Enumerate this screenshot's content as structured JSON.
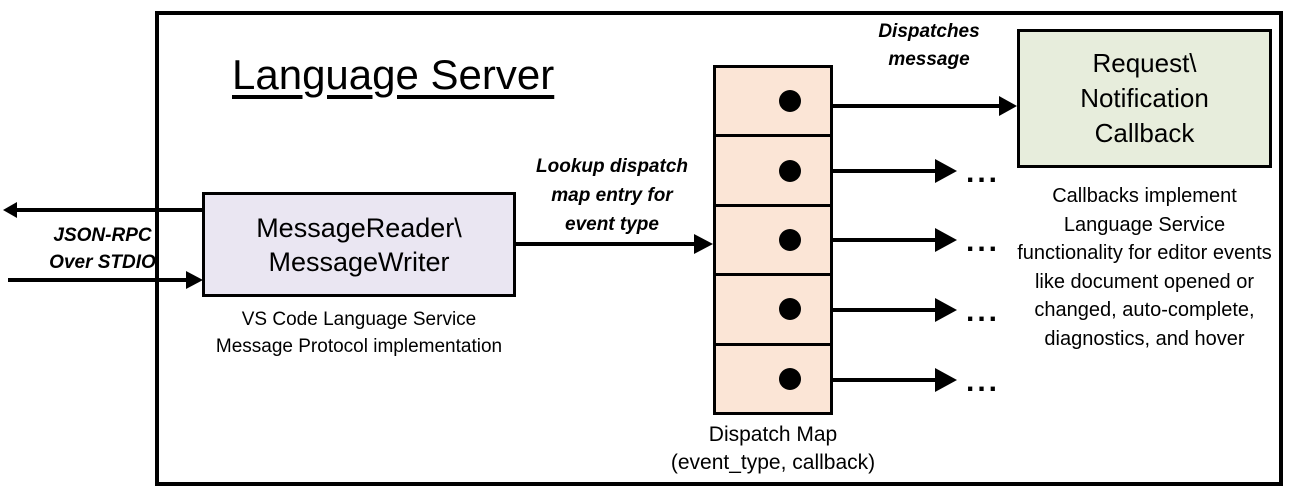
{
  "diagram": {
    "title": "Language Server",
    "left_flow": {
      "protocol_label_line1": "JSON-RPC",
      "protocol_label_line2": "Over STDIO",
      "box_line1": "MessageReader\\",
      "box_line2": "MessageWriter",
      "box_fill": "#EAE6F2",
      "caption_line1": "VS Code Language Service",
      "caption_line2": "Message Protocol implementation"
    },
    "lookup_label": {
      "line1": "Lookup dispatch",
      "line2": "map entry for",
      "line3": "event type"
    },
    "dispatch_map": {
      "fill": "#FBE5D6",
      "rows": [
        {
          "dot": "callback-dot"
        },
        {
          "dot": "callback-dot"
        },
        {
          "dot": "callback-dot"
        },
        {
          "dot": "callback-dot"
        },
        {
          "dot": "callback-dot"
        }
      ],
      "caption_line1": "Dispatch Map",
      "caption_line2": "(event_type, callback)"
    },
    "dispatches_label": {
      "line1": "Dispatches",
      "line2": "message"
    },
    "callback_box": {
      "line1": "Request\\",
      "line2": "Notification",
      "line3": "Callback",
      "fill": "#E7EDDC"
    },
    "callback_caption": "Callbacks implement Language Service functionality for editor events like document opened or changed, auto-complete, diagnostics, and hover",
    "ellipses": [
      "...",
      "...",
      "...",
      "..."
    ],
    "colors": {
      "stroke": "#000000",
      "background": "#FFFFFF"
    }
  }
}
